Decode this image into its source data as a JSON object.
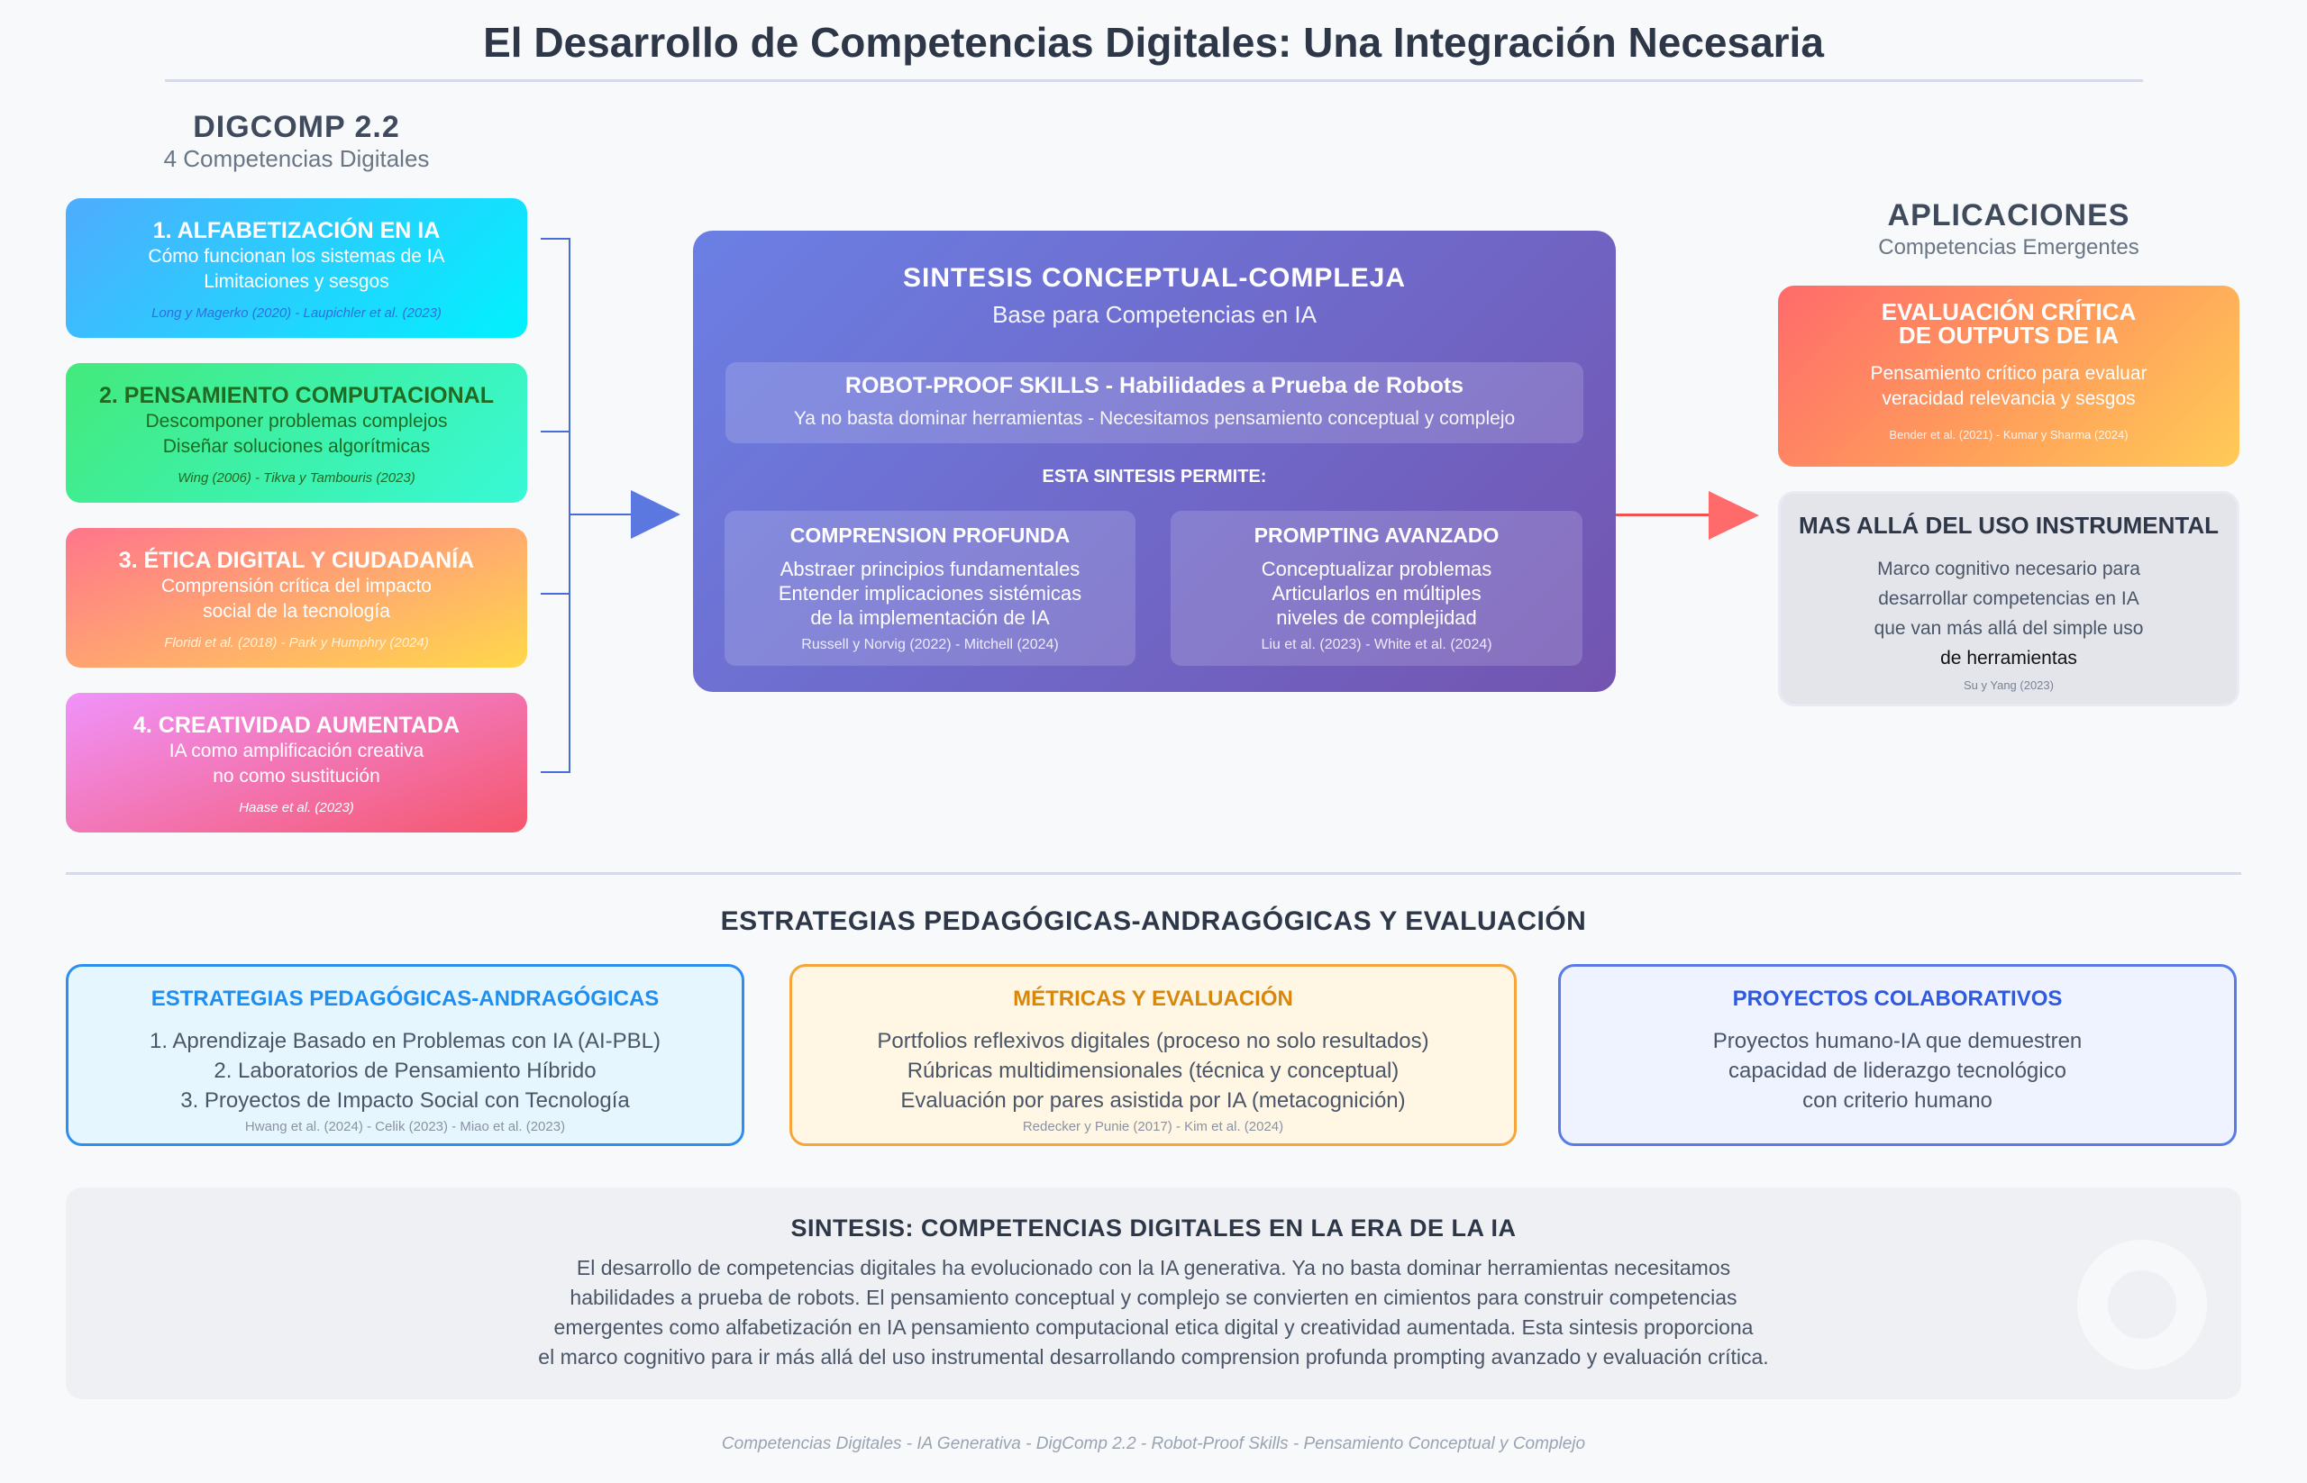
{
  "title": "El Desarrollo de Competencias Digitales: Una Integración Necesaria",
  "left": {
    "heading": "DIGCOMP 2.2",
    "subheading": "4 Competencias Digitales",
    "items": [
      {
        "title": "1. ALFABETIZACIÓN EN IA",
        "lines": [
          "Cómo funcionan los sistemas de IA",
          "Limitaciones y sesgos"
        ],
        "refs": "Long y Magerko (2020) - Laupichler et al. (2023)"
      },
      {
        "title": "2. PENSAMIENTO COMPUTACIONAL",
        "lines": [
          "Descomponer problemas complejos",
          "Diseñar soluciones algorítmicas"
        ],
        "refs": "Wing (2006) - Tikva y Tambouris (2023)"
      },
      {
        "title": "3. ÉTICA DIGITAL Y CIUDADANÍA",
        "lines": [
          "Comprensión crítica del impacto",
          "social de la tecnología"
        ],
        "refs": "Floridi et al. (2018) - Park y Humphry (2024)"
      },
      {
        "title": "4. CREATIVIDAD AUMENTADA",
        "lines": [
          "IA como amplificación creativa",
          "no como sustitución"
        ],
        "refs": "Haase et al. (2023)"
      }
    ]
  },
  "center": {
    "title": "SINTESIS CONCEPTUAL-COMPLEJA",
    "subtitle": "Base para Competencias en IA",
    "robot": {
      "title": "ROBOT-PROOF SKILLS - Habilidades a Prueba de Robots",
      "text": "Ya no basta dominar herramientas - Necesitamos pensamiento conceptual y complejo"
    },
    "permite": "ESTA SINTESIS PERMITE:",
    "boxes": [
      {
        "title": "COMPRENSION PROFUNDA",
        "lines": [
          "Abstraer principios fundamentales",
          "Entender implicaciones sistémicas",
          "de la implementación de IA"
        ],
        "refs": "Russell y Norvig (2022) - Mitchell (2024)"
      },
      {
        "title": "PROMPTING AVANZADO",
        "lines": [
          "Conceptualizar problemas",
          "Articularlos en múltiples",
          "niveles de complejidad"
        ],
        "refs": "Liu et al. (2023) - White et al. (2024)"
      }
    ]
  },
  "right": {
    "heading": "APLICACIONES",
    "subheading": "Competencias Emergentes",
    "card1": {
      "title": [
        "EVALUACIÓN CRÍTICA",
        "DE OUTPUTS DE IA"
      ],
      "lines": [
        "Pensamiento crítico para evaluar",
        "veracidad relevancia y sesgos"
      ],
      "refs": "Bender et al. (2021) - Kumar y Sharma (2024)"
    },
    "card2": {
      "title": "MAS ALLÁ DEL USO INSTRUMENTAL",
      "lines": [
        "Marco cognitivo necesario para",
        "desarrollar competencias en IA",
        "que van más allá del simple uso",
        "de herramientas"
      ],
      "refs": "Su y Yang (2023)"
    }
  },
  "section": {
    "title": "ESTRATEGIAS PEDAGÓGICAS-ANDRAGÓGICAS Y EVALUACIÓN",
    "cards": [
      {
        "title": "ESTRATEGIAS PEDAGÓGICAS-ANDRAGÓGICAS",
        "lines": [
          "1. Aprendizaje Basado en Problemas con IA (AI-PBL)",
          "2. Laboratorios de Pensamiento Híbrido",
          "3. Proyectos de Impacto Social con Tecnología"
        ],
        "refs": "Hwang et al. (2024) - Celik (2023) - Miao et al. (2023)"
      },
      {
        "title": "MÉTRICAS Y EVALUACIÓN",
        "lines": [
          "Portfolios reflexivos digitales (proceso no solo resultados)",
          "Rúbricas multidimensionales (técnica y conceptual)",
          "Evaluación por pares asistida por IA (metacognición)"
        ],
        "refs": "Redecker y Punie (2017) - Kim et al. (2024)"
      },
      {
        "title": "PROYECTOS COLABORATIVOS",
        "lines": [
          "Proyectos humano-IA que demuestren",
          "capacidad de liderazgo tecnológico",
          "con criterio humano"
        ]
      }
    ]
  },
  "synthesis": {
    "title": "SINTESIS: COMPETENCIAS DIGITALES EN LA ERA DE LA IA",
    "lines": [
      "El desarrollo de competencias digitales ha evolucionado con la IA generativa. Ya no basta dominar herramientas necesitamos",
      "habilidades a prueba de robots. El pensamiento conceptual y complejo se convierten en cimientos para construir competencias",
      "emergentes como alfabetización en IA pensamiento computacional etica digital y creatividad aumentada. Esta sintesis proporciona",
      "el marco cognitivo para ir más allá del uso instrumental desarrollando comprension profunda prompting avanzado y evaluación crítica."
    ]
  },
  "footer": "Competencias Digitales - IA Generativa - DigComp 2.2 - Robot-Proof Skills - Pensamiento Conceptual y Complejo"
}
